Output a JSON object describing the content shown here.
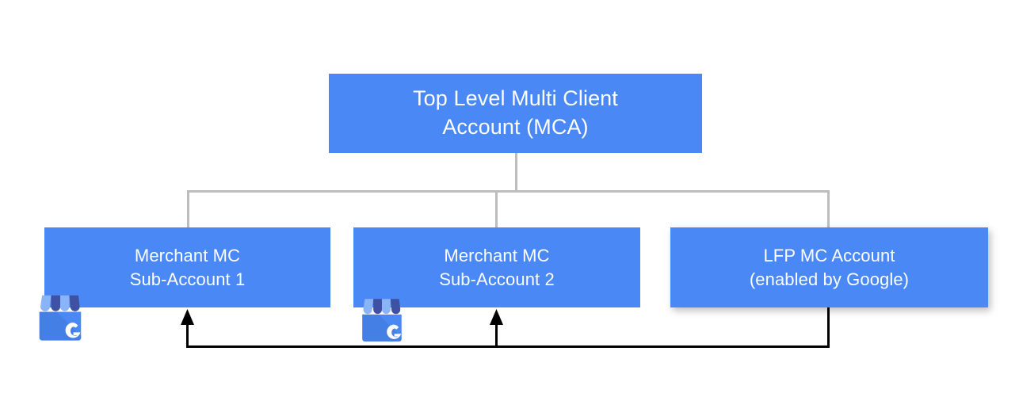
{
  "diagram": {
    "title": "Google Merchant Center account hierarchy with LFP feedback",
    "background_color": "#ffffff",
    "node_fill_color": "#4988f5",
    "node_text_color": "#ffffff",
    "tree_line_color": "#bdbdbd",
    "feedback_line_color": "#000000",
    "nodes": [
      {
        "id": "top",
        "label": "Top Level Multi Client\nAccount (MCA)",
        "line1": "Top Level Multi Client",
        "line2": "Account (MCA)"
      },
      {
        "id": "sub1",
        "label": "Merchant MC\nSub-Account 1",
        "line1": "Merchant MC",
        "line2": "Sub-Account 1"
      },
      {
        "id": "sub2",
        "label": "Merchant MC\nSub-Account 2",
        "line1": "Merchant MC",
        "line2": "Sub-Account 2"
      },
      {
        "id": "lfp",
        "label": "LFP MC Account\n(enabled by Google)",
        "line1": "LFP MC Account",
        "line2": "(enabled by Google)"
      }
    ],
    "icons": [
      {
        "id": "gbp-1",
        "name": "google-business-profile-icon",
        "letter": "G"
      },
      {
        "id": "gbp-2",
        "name": "google-business-profile-icon",
        "letter": "G"
      }
    ]
  }
}
